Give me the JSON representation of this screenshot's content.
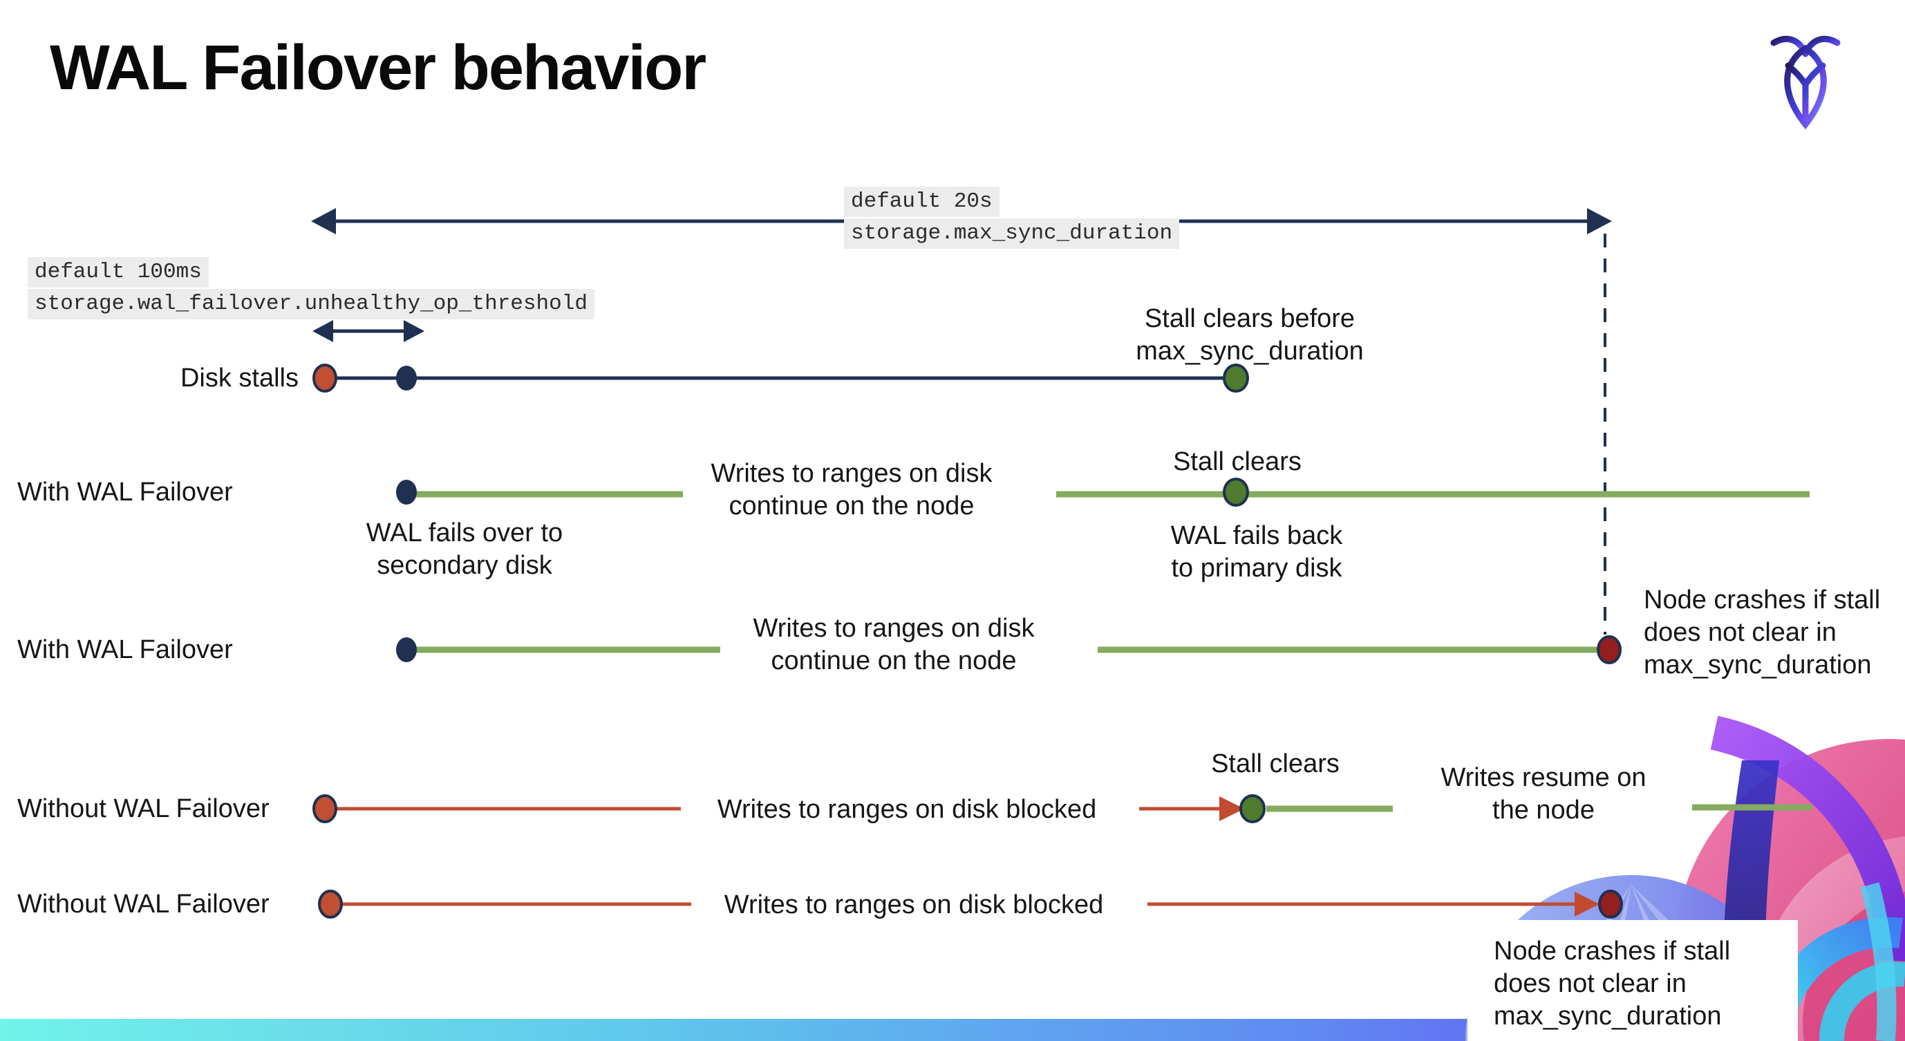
{
  "slide": {
    "title": "WAL Failover behavior",
    "brand": "cockroach-labs-logo"
  },
  "settings": {
    "max_sync": {
      "default_label": "default 20s",
      "name": "storage.max_sync_duration"
    },
    "threshold": {
      "default_label": "default 100ms",
      "name": "storage.wal_failover.unhealthy_op_threshold"
    }
  },
  "rows": {
    "disk_stalls": {
      "label": "Disk stalls",
      "note": "Stall clears before\nmax_sync_duration"
    },
    "failover1": {
      "label": "With WAL Failover",
      "failover_note": "WAL fails over to\nsecondary disk",
      "writes_note": "Writes to ranges on disk\ncontinue on the node",
      "stall_note": "Stall clears",
      "failback_note": "WAL fails  back\nto primary disk"
    },
    "failover2": {
      "label": "With WAL Failover",
      "writes_note": "Writes to ranges on disk\ncontinue on the node",
      "crash_note": "Node crashes if stall\ndoes not clear in\nmax_sync_duration"
    },
    "without1": {
      "label": "Without WAL Failover",
      "writes_note": "Writes to ranges on disk  blocked",
      "stall_note": "Stall clears",
      "resume_note": "Writes resume on\nthe node"
    },
    "without2": {
      "label": "Without WAL Failover",
      "writes_note": "Writes to ranges on disk  blocked",
      "crash_note": "Node crashes if stall\ndoes not clear in\nmax_sync_duration"
    }
  },
  "colors": {
    "navy": "#1f3051",
    "green_line": "#84ab5f",
    "green_dot": "#4e7b2d",
    "red_line": "#c14b31",
    "red_dot": "#c14f32",
    "dark_red_dot": "#931f1f",
    "code_bg": "#ececec",
    "bar_gradient_start": "#72f2e9",
    "bar_gradient_end": "#6d3bf5"
  }
}
